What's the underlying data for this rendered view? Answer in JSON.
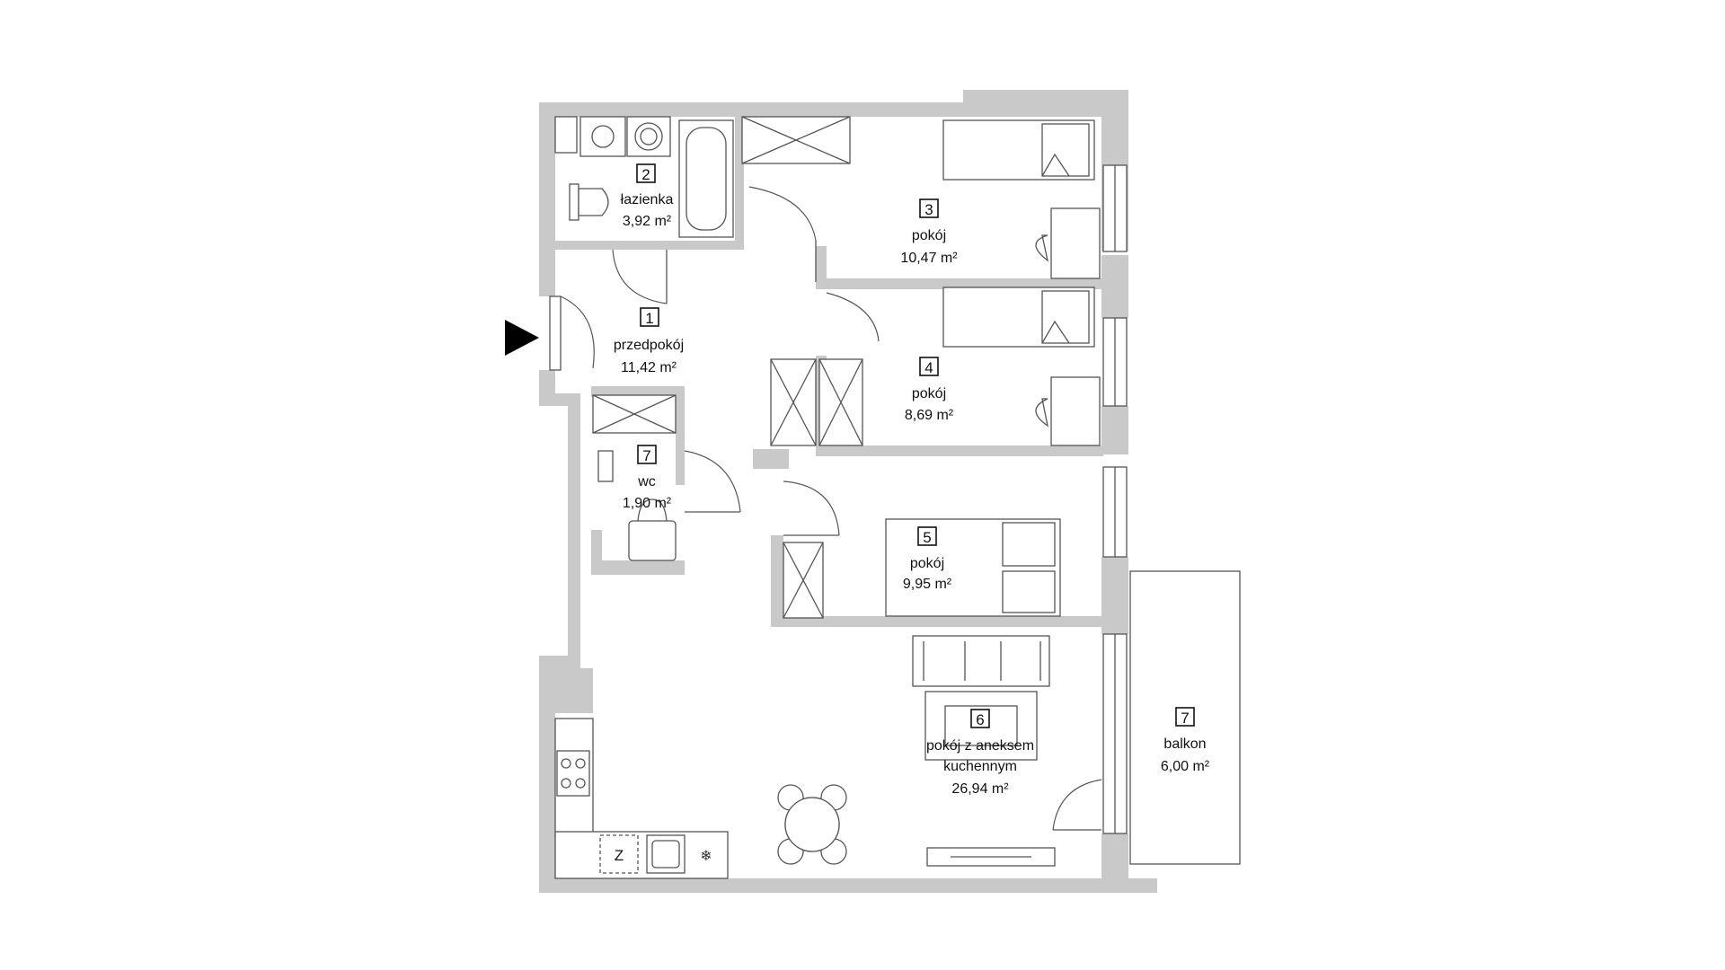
{
  "plan": {
    "rooms": [
      {
        "number": "1",
        "name": "przedpokój",
        "area": "11,42 m²"
      },
      {
        "number": "2",
        "name": "łazienka",
        "area": "3,92 m²"
      },
      {
        "number": "3",
        "name": "pokój",
        "area": "10,47 m²"
      },
      {
        "number": "4",
        "name": "pokój",
        "area": "8,69 m²"
      },
      {
        "number": "5",
        "name": "pokój",
        "area": "9,95 m²"
      },
      {
        "number": "6",
        "name": "pokój z aneksem",
        "name2": "kuchennym",
        "area": "26,94 m²"
      },
      {
        "number": "7",
        "name": "wc",
        "area": "1,90 m²"
      },
      {
        "number": "7",
        "name": "balkon",
        "area": "6,00 m²"
      }
    ],
    "fridge_label": "Z"
  },
  "colors": {
    "wall": "#c9c9c9",
    "line": "#555555",
    "text": "#111111"
  }
}
